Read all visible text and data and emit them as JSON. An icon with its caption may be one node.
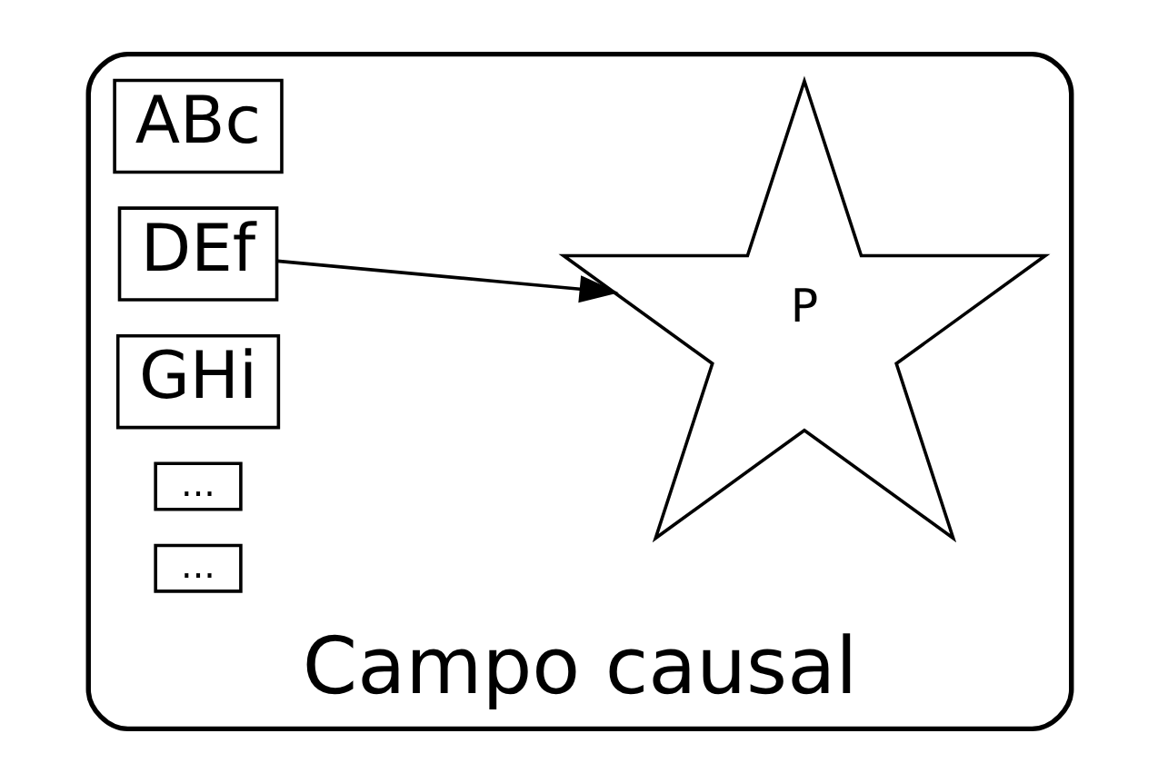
{
  "diagram": {
    "nodes": [
      {
        "text": [
          "Campo causal"
        ]
      },
      {
        "text": [
          "ABc"
        ],
        "in": 0
      },
      {
        "text": [
          "DEf"
        ],
        "in": 0
      },
      {
        "text": [
          "GHi"
        ],
        "in": 0
      },
      {
        "text": [
          "..."
        ],
        "in": 0
      },
      {
        "text": [
          "..."
        ],
        "in": 0
      },
      {
        "text": [
          "P"
        ],
        "in": 0
      }
    ],
    "edges": [
      {
        "from": 2,
        "to": 6,
        "arrow": "to"
      }
    ]
  }
}
